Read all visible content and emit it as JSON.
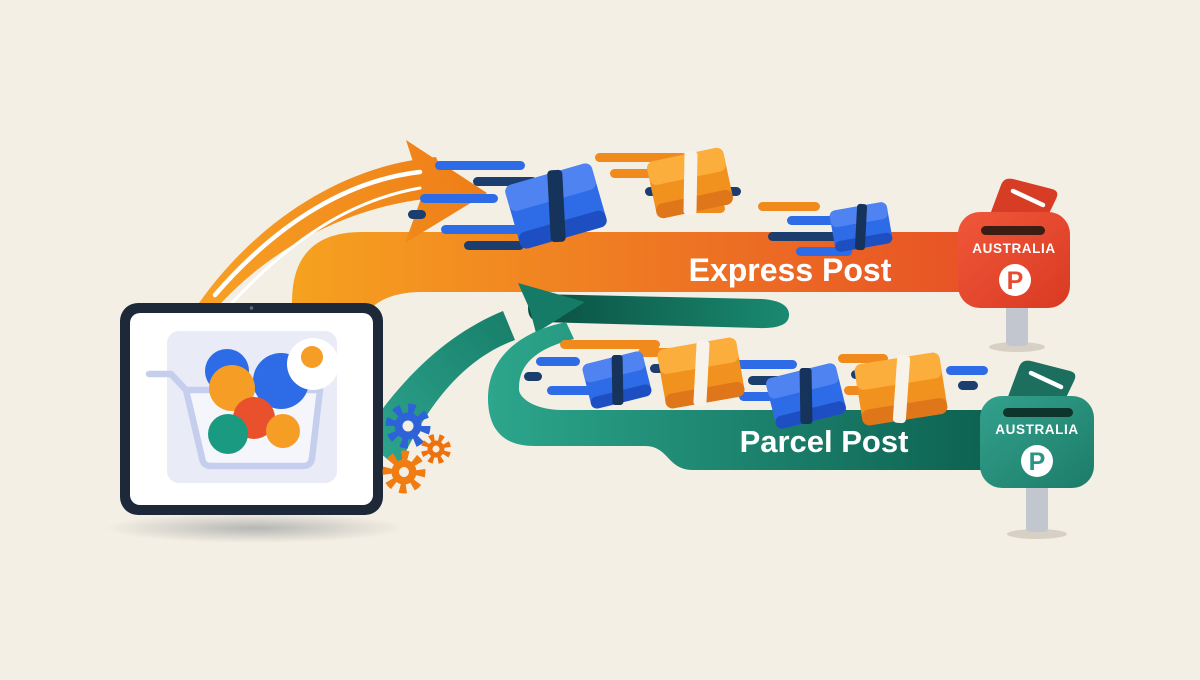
{
  "scene": {
    "labels": {
      "express_route": "Express Post",
      "parcel_route": "Parcel Post",
      "mailbox": "AUSTRALIA",
      "post_logo_letter": "P"
    },
    "colors": {
      "background": "#f4efe4",
      "express_gradient": [
        "#f6a21f",
        "#e74f26"
      ],
      "parcel_gradient": [
        "#2ca68c",
        "#0d6050"
      ],
      "parcel_top_band_gradient": [
        "#0a4f41",
        "#1a8a70"
      ],
      "express_mailbox": "#e84b2f",
      "parcel_mailbox": "#2b9582",
      "package_blue": "#2e6be6",
      "package_orange": "#f2921e",
      "speed_line_navy": "#1b3e6f",
      "tablet_frame": "#1d2939",
      "gear_blue": "#2e62d9",
      "gear_orange": "#ed720e"
    },
    "icons": {
      "tablet": "tablet-device",
      "shopping_cart": "shopping-cart",
      "gears": "settings-gears",
      "packages": "shipping-boxes",
      "mailboxes": "australia-post-mailbox",
      "arrows": "delivery-route-arrows"
    }
  }
}
